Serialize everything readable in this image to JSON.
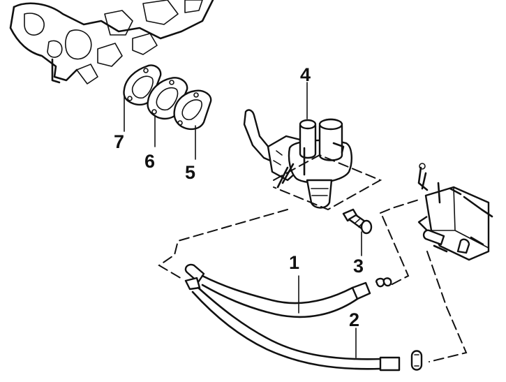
{
  "diagram": {
    "callouts": [
      {
        "id": "1",
        "label": "1"
      },
      {
        "id": "2",
        "label": "2"
      },
      {
        "id": "3",
        "label": "3"
      },
      {
        "id": "4",
        "label": "4"
      },
      {
        "id": "5",
        "label": "5"
      },
      {
        "id": "6",
        "label": "6"
      },
      {
        "id": "7",
        "label": "7"
      }
    ],
    "parts": [
      {
        "callout": "1",
        "icon": "fuel-hose-icon"
      },
      {
        "callout": "2",
        "icon": "fuel-hose-icon"
      },
      {
        "callout": "3",
        "icon": "bolt-icon"
      },
      {
        "callout": "4",
        "icon": "fuel-pump-icon"
      },
      {
        "callout": "5",
        "icon": "gasket-icon"
      },
      {
        "callout": "6",
        "icon": "insulator-plate-icon"
      },
      {
        "callout": "7",
        "icon": "gasket-icon"
      }
    ],
    "colors": {
      "ink": "#111111",
      "paper": "#ffffff"
    }
  }
}
